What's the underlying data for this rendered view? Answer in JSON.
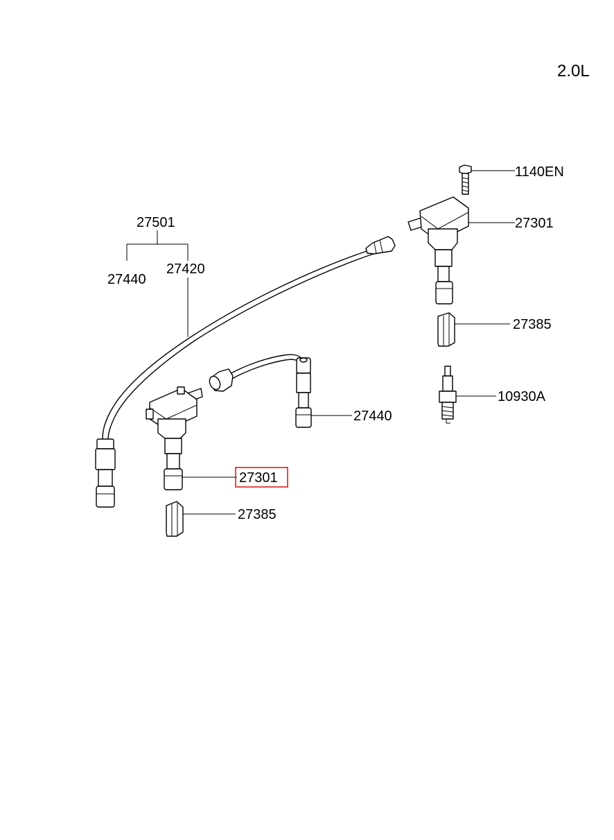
{
  "engine_label": "2.0L",
  "callouts": {
    "wire_set": "27501",
    "wire_short": "27440",
    "wire_long": "27420",
    "bolt": "1140EN",
    "coil_upper": "27301",
    "boot_upper": "27385",
    "spark_plug": "10930A",
    "wire_mid": "27440",
    "coil_lower": "27301",
    "boot_lower": "27385"
  },
  "highlight_color": "#e11b1b"
}
